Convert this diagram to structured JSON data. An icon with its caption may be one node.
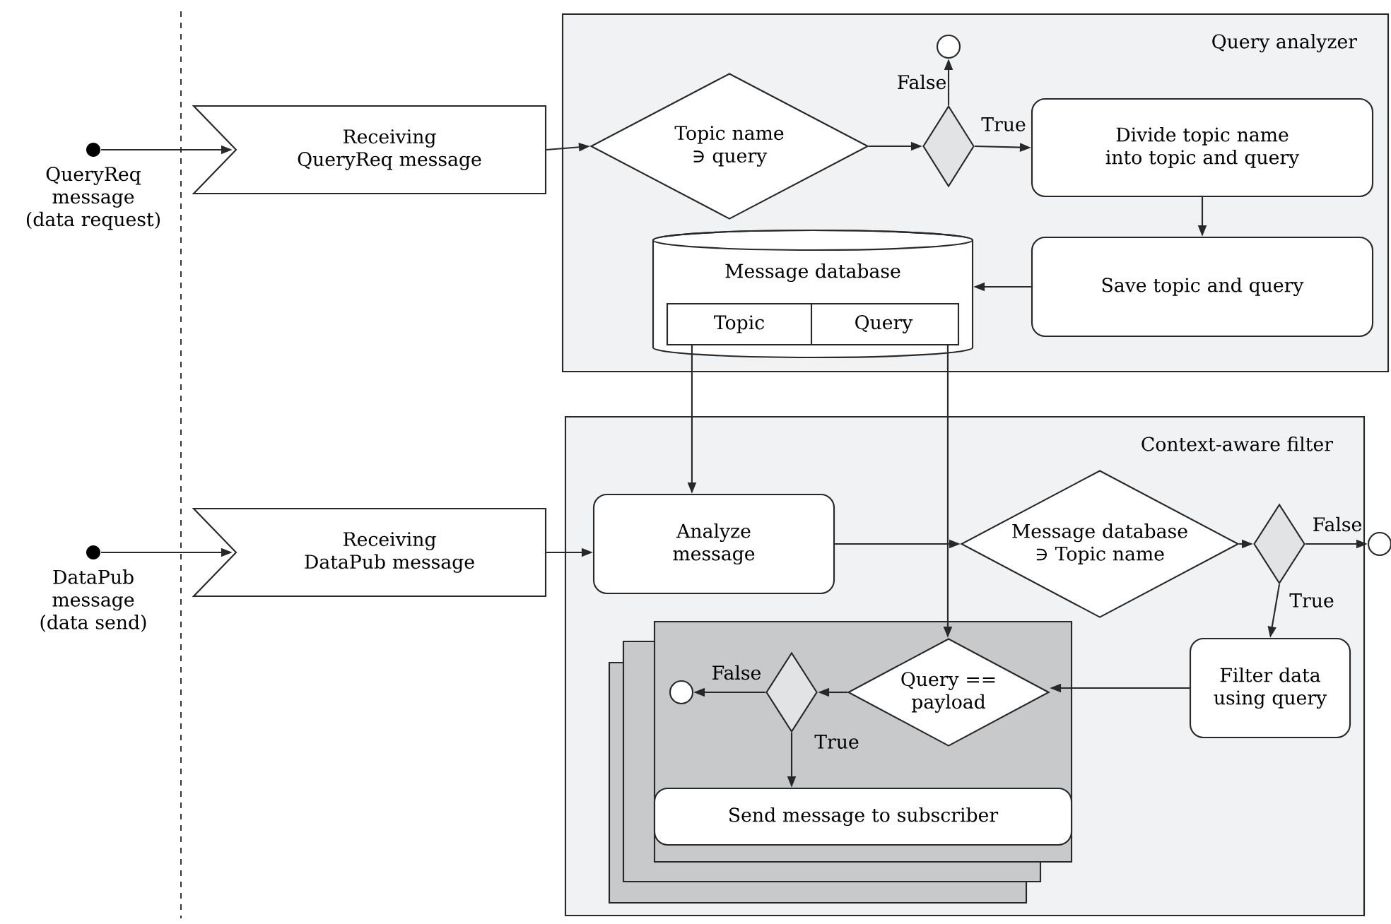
{
  "diagram": {
    "nodes": [
      {
        "text": [],
        "shape": "circle",
        "beside": [
          "QueryReq message (data request)"
        ]
      },
      {
        "text": [
          "Receiving QueryReq message"
        ]
      },
      {
        "text": [
          "Query analyzer"
        ]
      },
      {
        "text": [
          "Topic name ∋ query"
        ],
        "in": 2
      },
      {
        "text": [],
        "shape": "diamond",
        "in": 2
      },
      {
        "text": [],
        "shape": "circle",
        "in": 2
      },
      {
        "text": [
          "Divide topic name into topic and query"
        ],
        "in": 2
      },
      {
        "text": [
          "Save topic and query"
        ],
        "in": 2
      },
      {
        "text": [
          "Message database",
          "Topic",
          "Query"
        ],
        "in": 2
      },
      {
        "text": [],
        "shape": "circle",
        "beside": [
          "DataPub message (data send)"
        ]
      },
      {
        "text": [
          "Receiving DataPub message"
        ]
      },
      {
        "text": [
          "Context-aware filter"
        ]
      },
      {
        "text": [
          "Analyze message"
        ],
        "in": 11
      },
      {
        "text": [
          "Message database ∋ Topic name"
        ],
        "in": 11
      },
      {
        "text": [],
        "shape": "diamond",
        "in": 11
      },
      {
        "text": [],
        "shape": "circle"
      },
      {
        "text": [
          "Filter data using query"
        ],
        "in": 11
      },
      {
        "text": [],
        "shape": "box",
        "in": 11
      },
      {
        "text": [
          "Query == payload"
        ],
        "in": 17
      },
      {
        "text": [],
        "shape": "diamond",
        "in": 17
      },
      {
        "text": [],
        "shape": "circle",
        "in": 17
      },
      {
        "text": [
          "Send message to subscriber"
        ],
        "in": 17
      }
    ],
    "edges": [
      {
        "from": 0,
        "to": 1,
        "arrow": "to"
      },
      {
        "from": 1,
        "to": 3,
        "arrow": "to"
      },
      {
        "from": 3,
        "to": 4,
        "arrow": "to"
      },
      {
        "from": 4,
        "to": 5,
        "arrow": "to",
        "label": "False"
      },
      {
        "from": 4,
        "to": 6,
        "arrow": "to",
        "label": "True"
      },
      {
        "from": 6,
        "to": 7,
        "arrow": "to"
      },
      {
        "from": 7,
        "to": 8,
        "arrow": "to"
      },
      {
        "from": 8,
        "to": 12,
        "arrow": "to"
      },
      {
        "from": 8,
        "to": 18,
        "arrow": "to"
      },
      {
        "from": 9,
        "to": 10,
        "arrow": "to"
      },
      {
        "from": 10,
        "to": 12,
        "arrow": "to"
      },
      {
        "from": 12,
        "to": 13,
        "arrow": "to"
      },
      {
        "from": 13,
        "to": 14,
        "arrow": "to"
      },
      {
        "from": 14,
        "to": 15,
        "arrow": "to",
        "label": "False"
      },
      {
        "from": 14,
        "to": 16,
        "arrow": "to",
        "label": "True"
      },
      {
        "from": 16,
        "to": 18,
        "arrow": "to"
      },
      {
        "from": 18,
        "to": 19,
        "arrow": "to"
      },
      {
        "from": 19,
        "to": 20,
        "arrow": "to",
        "label": "False"
      },
      {
        "from": 19,
        "to": 21,
        "arrow": "to",
        "label": "True"
      }
    ]
  }
}
